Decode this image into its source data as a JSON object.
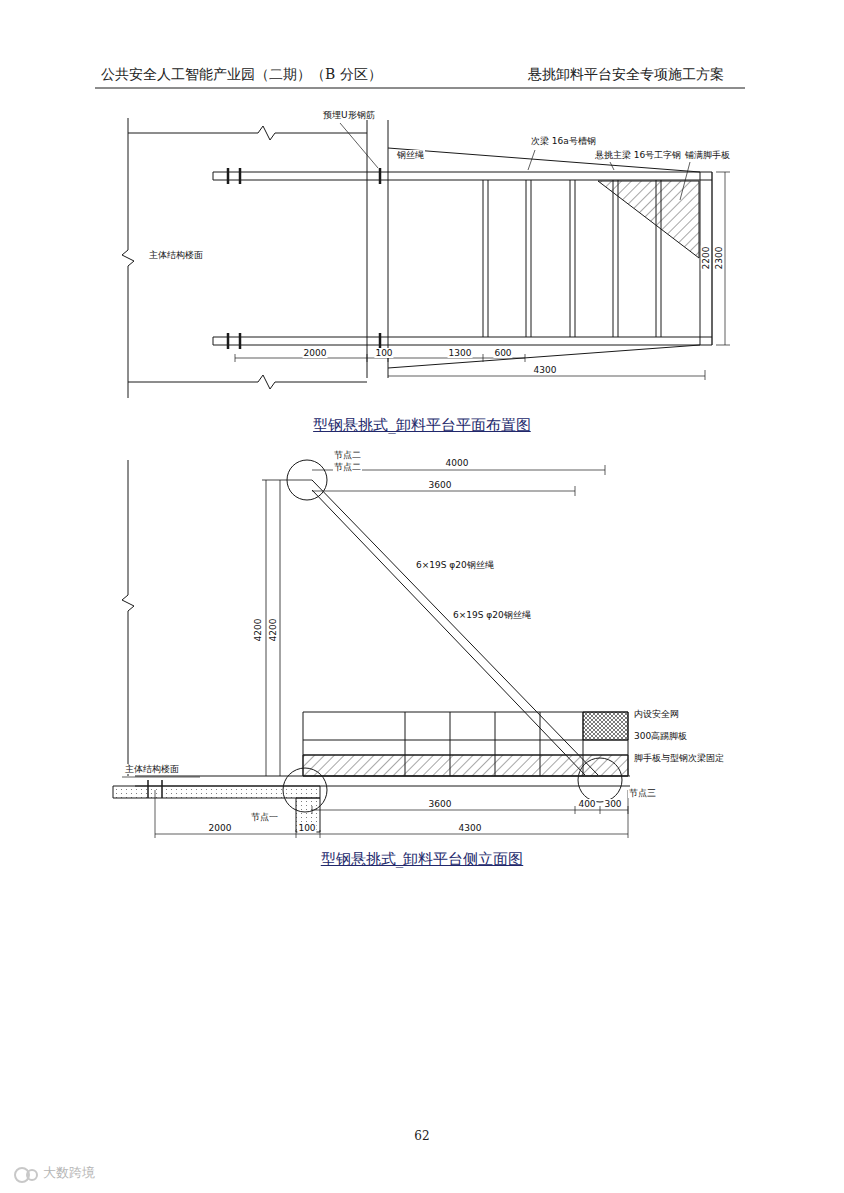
{
  "diagram": {
    "labels": [
      "公共安全人工智能产业园（二期）（B 分区）",
      "悬挑卸料平台安全专项施工方案",
      "预埋U形钢筋",
      "钢丝绳",
      "次梁 16a号槽钢",
      "悬挑主梁 16号工字钢",
      "铺满脚手板",
      "主体结构楼面",
      "2200",
      "2300",
      "2000",
      "100",
      "1300",
      "600",
      "4300",
      "型钢悬挑式_卸料平台平面布置图",
      "节点二",
      "节点二",
      "4000",
      "3600",
      "6×19S φ20钢丝绳",
      "6×19S φ20钢丝绳",
      "4200",
      "4200",
      "内设安全网",
      "300高踢脚板",
      "脚手板与型钢次梁固定",
      "主体结构楼面",
      "节点一",
      "3600",
      "400",
      "300",
      "节点三",
      "2000",
      "100",
      "4300",
      "型钢悬挑式_卸料平台侧立面图",
      "62",
      "大数跨境"
    ]
  }
}
